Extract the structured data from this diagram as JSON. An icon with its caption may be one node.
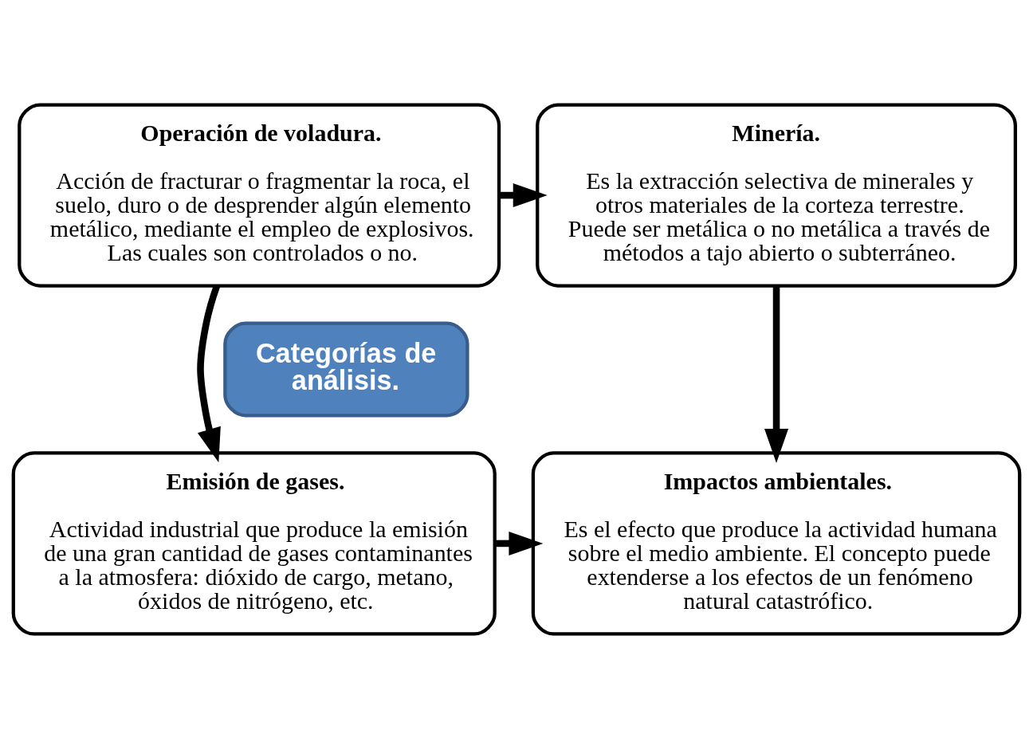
{
  "diagram": {
    "nodes": [
      {
        "text": [
          "Operación de voladura.",
          "Acción de fracturar o fragmentar la roca, el suelo, duro o de desprender algún elemento metálico, mediante el empleo de explosivos. Las cuales son controlados o no."
        ]
      },
      {
        "text": [
          "Minería.",
          "Es la extracción selectiva de minerales y otros materiales de la corteza terrestre. Puede ser metálica o no metálica a través de métodos a tajo abierto o subterráneo."
        ]
      },
      {
        "text": [
          "Emisión de gases.",
          "Actividad industrial que produce la emisión de una gran cantidad de gases contaminantes a la atmosfera: dióxido de cargo, metano, óxidos de nitrógeno, etc."
        ]
      },
      {
        "text": [
          "Impactos ambientales.",
          "Es el efecto que produce la actividad humana sobre el medio ambiente. El concepto puede extenderse a los efectos de un fenómeno natural catastrófico."
        ]
      },
      {
        "text": [
          "Categorías de análisis."
        ]
      }
    ],
    "edges": [
      {
        "from": 0,
        "to": 1,
        "arrow": "to"
      },
      {
        "from": 1,
        "to": 3,
        "arrow": "to"
      },
      {
        "from": 2,
        "to": 3,
        "arrow": "to"
      },
      {
        "from": 0,
        "to": 2,
        "arrow": "to"
      }
    ]
  }
}
